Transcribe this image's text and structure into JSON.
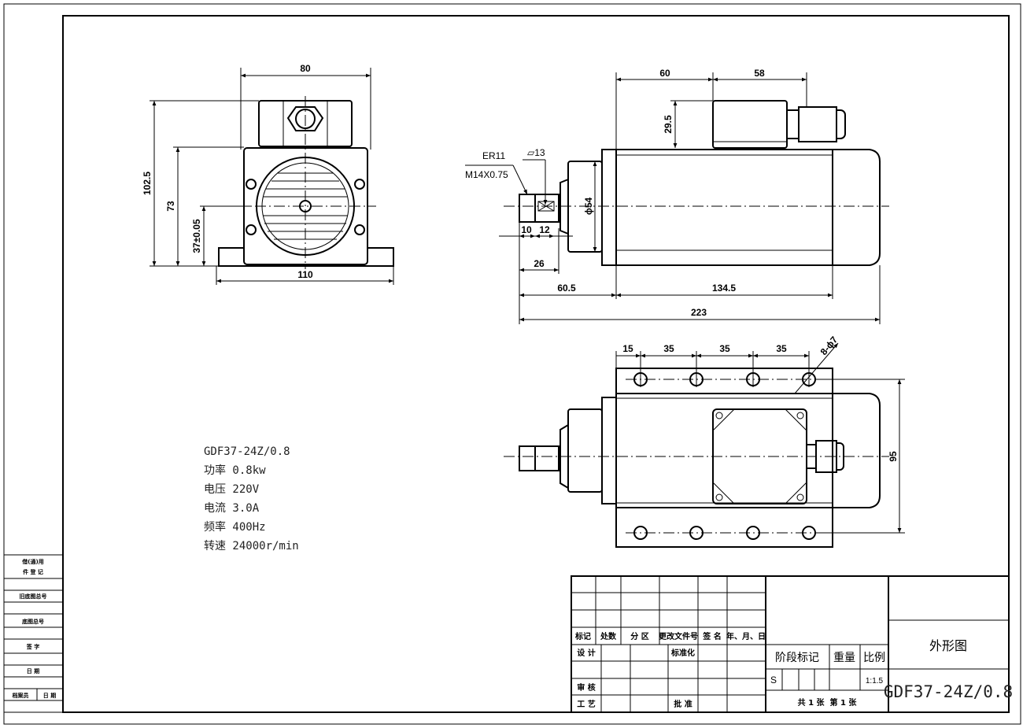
{
  "front_view": {
    "dims": {
      "width_top": "80",
      "height_total": "102.5",
      "height_body": "73",
      "shaft_height": "37±0.05",
      "base_width": "110"
    }
  },
  "side_view": {
    "collet_label": "ER11",
    "thread_label": "M14X0.75",
    "wrench_label": "▱13",
    "dims": {
      "d60": "60",
      "d58": "58",
      "d29_5": "29.5",
      "dia54": "ϕ54",
      "d10": "10",
      "d12": "12",
      "d26": "26",
      "d60_5": "60.5",
      "d134_5": "134.5",
      "d223": "223"
    }
  },
  "top_view": {
    "dims": {
      "d15": "15",
      "d35a": "35",
      "d35b": "35",
      "d35c": "35",
      "holes": "8-ϕ7",
      "d95": "95"
    }
  },
  "specs": {
    "model": "GDF37-24Z/0.8",
    "lines": [
      "功率 0.8kw",
      "电压 220V",
      "电流 3.0A",
      "频率 400Hz",
      "转速 24000r/min"
    ]
  },
  "left_strip": {
    "labels": [
      "借(通)用",
      "件 登 记",
      "旧底图总号",
      "底图总号",
      "签 字",
      "日 期",
      "档案员",
      "日 期"
    ]
  },
  "title_block": {
    "headers": [
      "标记",
      "处数",
      "分 区",
      "更改文件号",
      "签 名",
      "年、月、日"
    ],
    "design": "设 计",
    "standard": "标准化",
    "review": "审 核",
    "process": "工 艺",
    "approve": "批 准",
    "stage_mark": "阶段标记",
    "weight": "重量",
    "scale_label": "比例",
    "stage_value": "S",
    "scale_value": "1:1.5",
    "sheets": "共 1 张  第 1 张",
    "drawing_name": "外形图",
    "drawing_number": "GDF37-24Z/0.8"
  }
}
